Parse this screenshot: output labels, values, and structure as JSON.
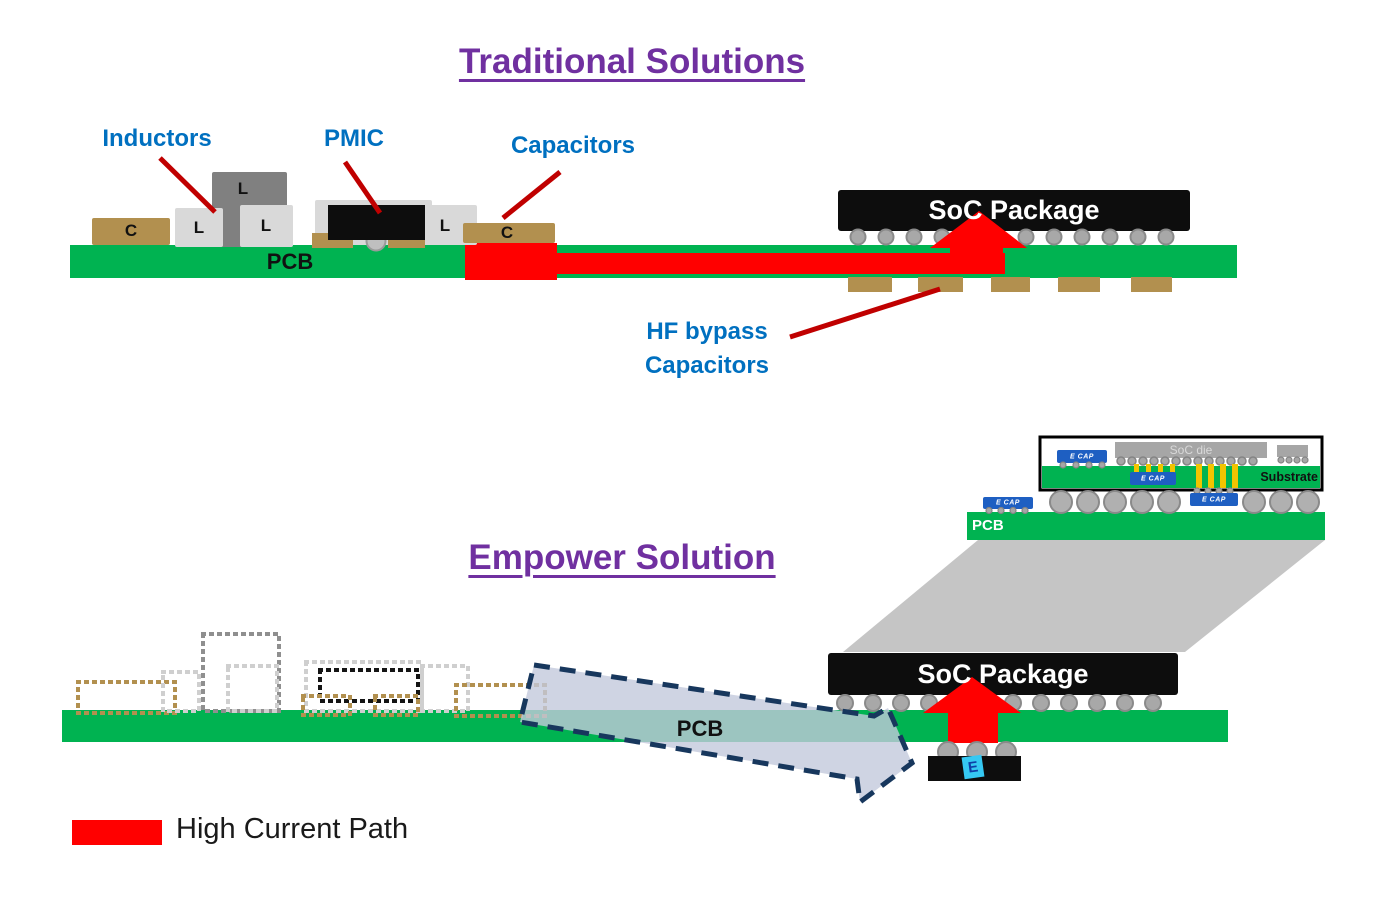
{
  "slide": {
    "traditional": {
      "title": "Traditional Solutions",
      "inductors_label": "Inductors",
      "pmic_label": "PMIC",
      "capacitors_label": "Capacitors",
      "hf_bypass_label_line1": "HF bypass",
      "hf_bypass_label_line2": "Capacitors",
      "pcb_label": "PCB",
      "soc_package_label": "SoC Package",
      "component_letters": [
        "C",
        "L",
        "L",
        "L",
        "L",
        "C"
      ]
    },
    "empower": {
      "title": "Empower Solution",
      "pcb_label": "PCB",
      "soc_package_label": "SoC Package",
      "callout": {
        "soc_die_label": "SoC die",
        "substrate_label": "Substrate",
        "pcb_label": "PCB",
        "ecap_label": "E CAP",
        "e_logo": "E"
      }
    },
    "legend": {
      "label": "High Current Path"
    },
    "colors": {
      "pcb_green": "#00b351",
      "high_current_red": "#ff0000",
      "annotation_red": "#c00000",
      "label_blue": "#0070c0",
      "title_purple": "#7030a0",
      "capacitor_tan": "#b2904f",
      "ecap_blue": "#1e5fc2",
      "logo_cyan": "#35c8f2"
    }
  }
}
